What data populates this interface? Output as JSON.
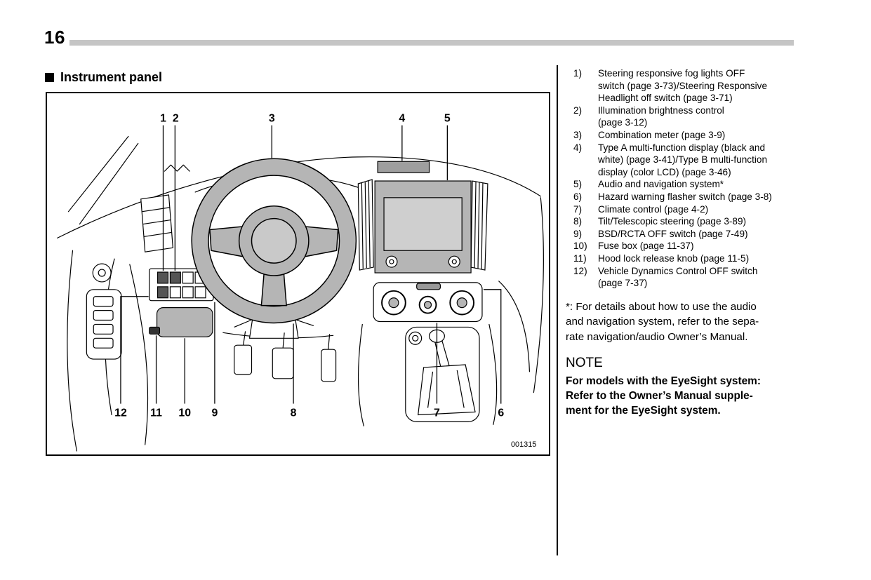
{
  "page": {
    "number": "16"
  },
  "section": {
    "title": "Instrument panel"
  },
  "figure": {
    "code": "001315",
    "callouts_top": [
      "1",
      "2",
      "3",
      "4",
      "5"
    ],
    "callouts_bottom": [
      "12",
      "11",
      "10",
      "9",
      "8",
      "7",
      "6"
    ]
  },
  "legend": {
    "items": [
      {
        "num": "1)",
        "text": "Steering responsive fog lights OFF\nswitch (page 3-73)/Steering Responsive\nHeadlight off switch (page 3-71)"
      },
      {
        "num": "2)",
        "text": "Illumination brightness control\n(page 3-12)"
      },
      {
        "num": "3)",
        "text": "Combination meter (page 3-9)"
      },
      {
        "num": "4)",
        "text": "Type A multi-function display (black and\nwhite) (page 3-41)/Type B multi-function\ndisplay (color LCD) (page 3-46)"
      },
      {
        "num": "5)",
        "text": "Audio and navigation system*"
      },
      {
        "num": "6)",
        "text": "Hazard warning flasher switch (page 3-8)"
      },
      {
        "num": "7)",
        "text": "Climate control (page 4-2)"
      },
      {
        "num": "8)",
        "text": "Tilt/Telescopic steering (page 3-89)"
      },
      {
        "num": "9)",
        "text": "BSD/RCTA OFF switch (page 7-49)"
      },
      {
        "num": "10)",
        "text": "Fuse box (page 11-37)"
      },
      {
        "num": "11)",
        "text": "Hood lock release knob (page 11-5)"
      },
      {
        "num": "12)",
        "text": "Vehicle Dynamics Control OFF switch\n(page 7-37)"
      }
    ],
    "footnote": "*: For details about how to use the audio\nand navigation system, refer to the sepa-\nrate navigation/audio Owner’s Manual.",
    "note_title": "NOTE",
    "note_body": "For models with the EyeSight system:\nRefer to the Owner’s Manual supple-\nment for the EyeSight system."
  }
}
